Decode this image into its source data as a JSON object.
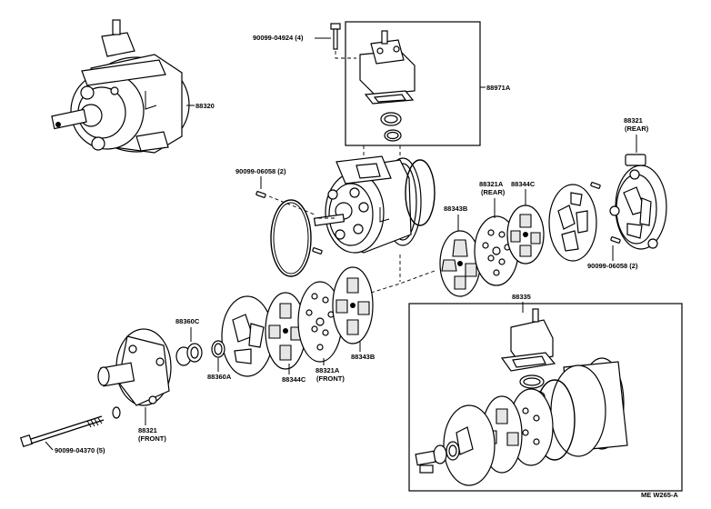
{
  "labels": {
    "bolt_top": "90099-04924 (4)",
    "kit_71a": "88971A",
    "compressor": "88320",
    "pins_left": "90099-06058 (2)",
    "valve_b_rear": "88343B",
    "plate_rear": "88321A",
    "plate_rear_note": "(REAR)",
    "valve_c_rear": "88344C",
    "cyl_rear": "88321",
    "cyl_rear_note": "(REAR)",
    "pins_right": "90099-06058 (2)",
    "seal_c": "88360C",
    "seal_a": "88360A",
    "valve_c_front": "88344C",
    "plate_front": "88321A",
    "plate_front_note": "(FRONT)",
    "valve_b_front": "88343B",
    "housing_front": "88321",
    "housing_front_note": "(FRONT)",
    "bolt_long": "90099-04370 (5)",
    "kit_335": "88335",
    "code": "ME  W265-A"
  }
}
